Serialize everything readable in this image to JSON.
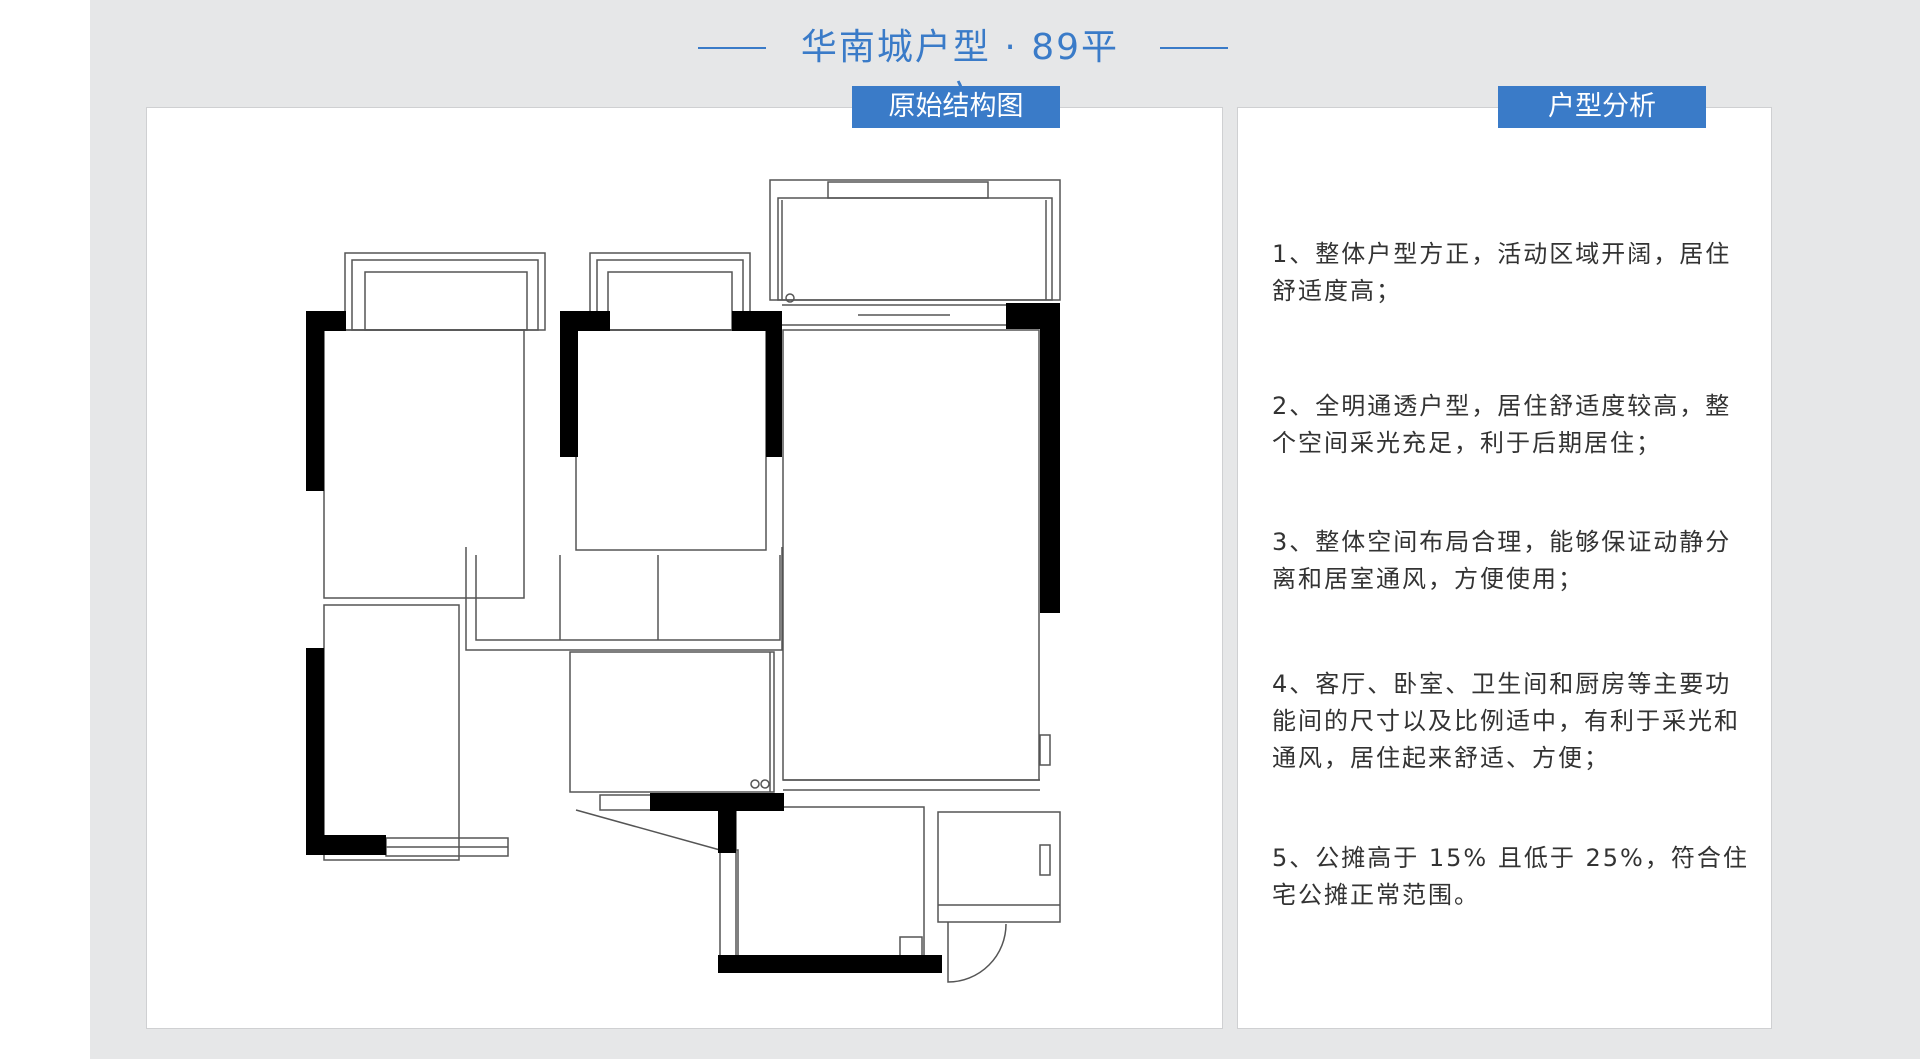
{
  "header": {
    "title": "华南城户型 · 89平方",
    "accent_color": "#3a7bc8"
  },
  "left_panel": {
    "tab_label": "原始结构图"
  },
  "right_panel": {
    "tab_label": "户型分析",
    "items": [
      "1、整体户型方正，活动区域开阔，居住舒适度高；",
      "2、全明通透户型，居住舒适度较高，整个空间采光充足，利于后期居住；",
      "3、整体空间布局合理，能够保证动静分离和居室通风，方便使用；",
      "4、客厅、卧室、卫生间和厨房等主要功能间的尺寸以及比例适中，有利于采光和通风，居住起来舒适、方便；",
      "5、公摊高于 15% 且低于 25%，符合住宅公摊正常范围。"
    ]
  }
}
